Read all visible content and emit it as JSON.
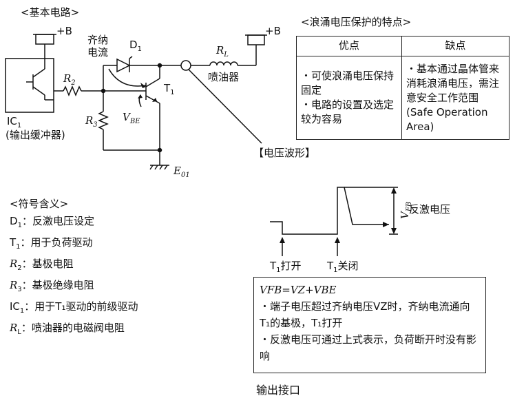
{
  "circuit": {
    "title": "<基本电路>",
    "plus_b_left": "+B",
    "plus_b_right": "+B",
    "zener_label_line1": "齐纳",
    "zener_label_line2": "电流",
    "d1": "D",
    "d1_sub": "1",
    "r2": "R",
    "r2_sub": "2",
    "r3": "R",
    "r3_sub": "3",
    "t1": "T",
    "t1_sub": "1",
    "vbe": "V",
    "vbe_sub": "BE",
    "rl": "R",
    "rl_sub": "L",
    "injector": "喷油器",
    "ic1": "IC",
    "ic1_sub": "1",
    "ic1_desc": "(输出缓冲器)",
    "e01": "E",
    "e01_sub": "01"
  },
  "features": {
    "title": "<浪涌电压保护的特点>",
    "col_adv": "优点",
    "col_dis": "缺点",
    "adv_1": "・可使浪涌电压保持固定",
    "adv_2": "・电路的设置及选定较为容易",
    "dis_1": "・基本通过晶体管来消耗浪涌电压，需注意安全工作范围(Safe Operation Area)"
  },
  "waveform": {
    "title": "【电压波形】",
    "vfb": "V",
    "vfb_sub": "FB",
    "flyback_label": "反激电压",
    "t1_on": "打开",
    "t1_off": "关闭",
    "t_prefix": "T",
    "t_sub": "1"
  },
  "legend": {
    "title": "<符号含义>",
    "items": [
      {
        "sym": "D",
        "sub": "1",
        "desc": "：反激电压设定",
        "italic": false
      },
      {
        "sym": "T",
        "sub": "1",
        "desc": "：用于负荷驱动",
        "italic": false
      },
      {
        "sym": "R",
        "sub": "2",
        "desc": "：基极电阻",
        "italic": true
      },
      {
        "sym": "R",
        "sub": "3",
        "desc": "：基极绝缘电阻",
        "italic": true
      },
      {
        "sym": "IC",
        "sub": "1",
        "desc": "：用于T₁驱动的前级驱动",
        "italic": false
      },
      {
        "sym": "R",
        "sub": "L",
        "desc": "：喷油器的电磁阀电阻",
        "italic": true
      }
    ]
  },
  "note": {
    "formula": "VFB=VZ+VBE",
    "line1": "・端子电压超过齐纳电压VZ时，齐纳电流通向T₁的基极，T₁打开",
    "line2": "・反激电压可通过上式表示，负荷断开时没有影响"
  },
  "footer": {
    "caption": "输出接口"
  }
}
